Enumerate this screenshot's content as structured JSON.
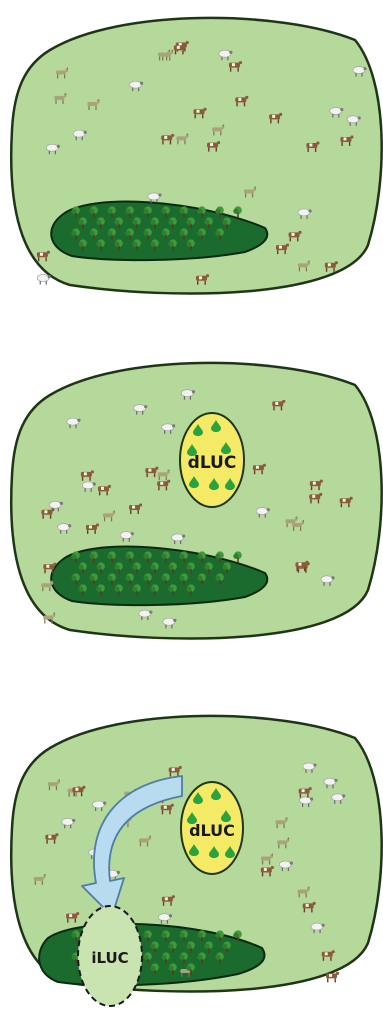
{
  "panels": [
    {
      "id": "panel-1-baseline"
    },
    {
      "id": "panel-2-direct",
      "crop_label": "dLUC"
    },
    {
      "id": "panel-3-indirect",
      "crop_label": "dLUC",
      "displaced_label": "iLUC"
    }
  ],
  "colors": {
    "pasture_fill": "#b5d99a",
    "outline": "#1e3617",
    "forest_fill": "#1b6a2e",
    "crop_fill": "#f5ea66",
    "crop_leaf": "#2aa33e",
    "arrow_fill": "#b8dbf0",
    "iluc_fill": "#c9e4b0",
    "cow_color": "#8b5a3a",
    "sheep_color": "#e6e6e6",
    "goat_color": "#a9a27a",
    "tree_color": "#5a3a1f"
  },
  "icons": [
    "cow-icon",
    "sheep-icon",
    "goat-icon",
    "tree-icon",
    "leaf-icon",
    "arrow-icon"
  ]
}
